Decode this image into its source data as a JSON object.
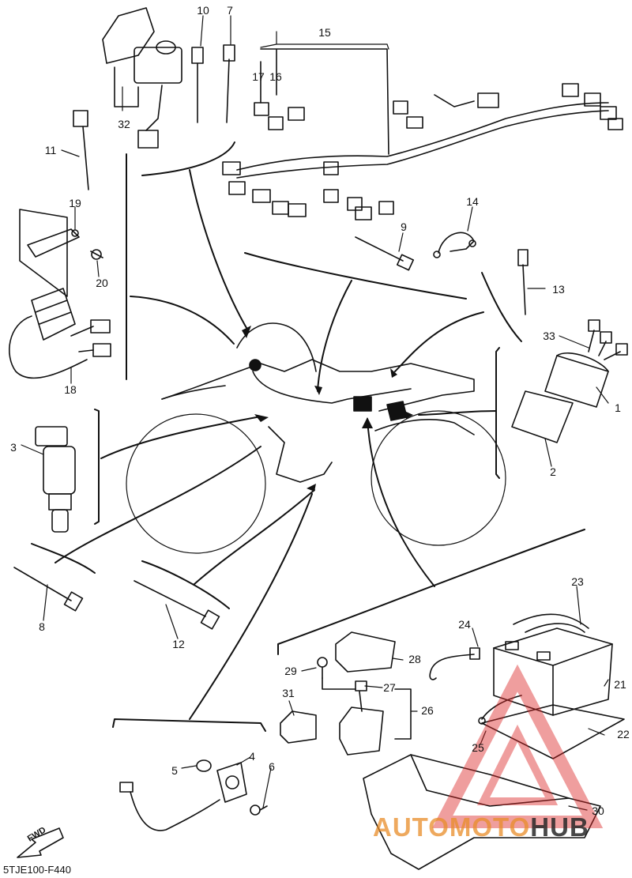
{
  "diagram": {
    "part_code": "5TJE100-F440",
    "forward_badge": "FWD",
    "watermark": {
      "text_a": "AUTOMOTO",
      "text_b": "HUB"
    },
    "callouts": {
      "c1": "1",
      "c2": "2",
      "c3": "3",
      "c4": "4",
      "c5": "5",
      "c6": "6",
      "c7": "7",
      "c8": "8",
      "c9": "9",
      "c10": "10",
      "c11": "11",
      "c12": "12",
      "c13": "13",
      "c14": "14",
      "c15": "15",
      "c16": "16",
      "c17": "17",
      "c18": "18",
      "c19": "19",
      "c20": "20",
      "c21": "21",
      "c22": "22",
      "c23": "23",
      "c24": "24",
      "c25": "25",
      "c26": "26",
      "c27": "27",
      "c28": "28",
      "c29": "29",
      "c30": "30",
      "c31": "31",
      "c32": "32",
      "c33": "33"
    }
  }
}
